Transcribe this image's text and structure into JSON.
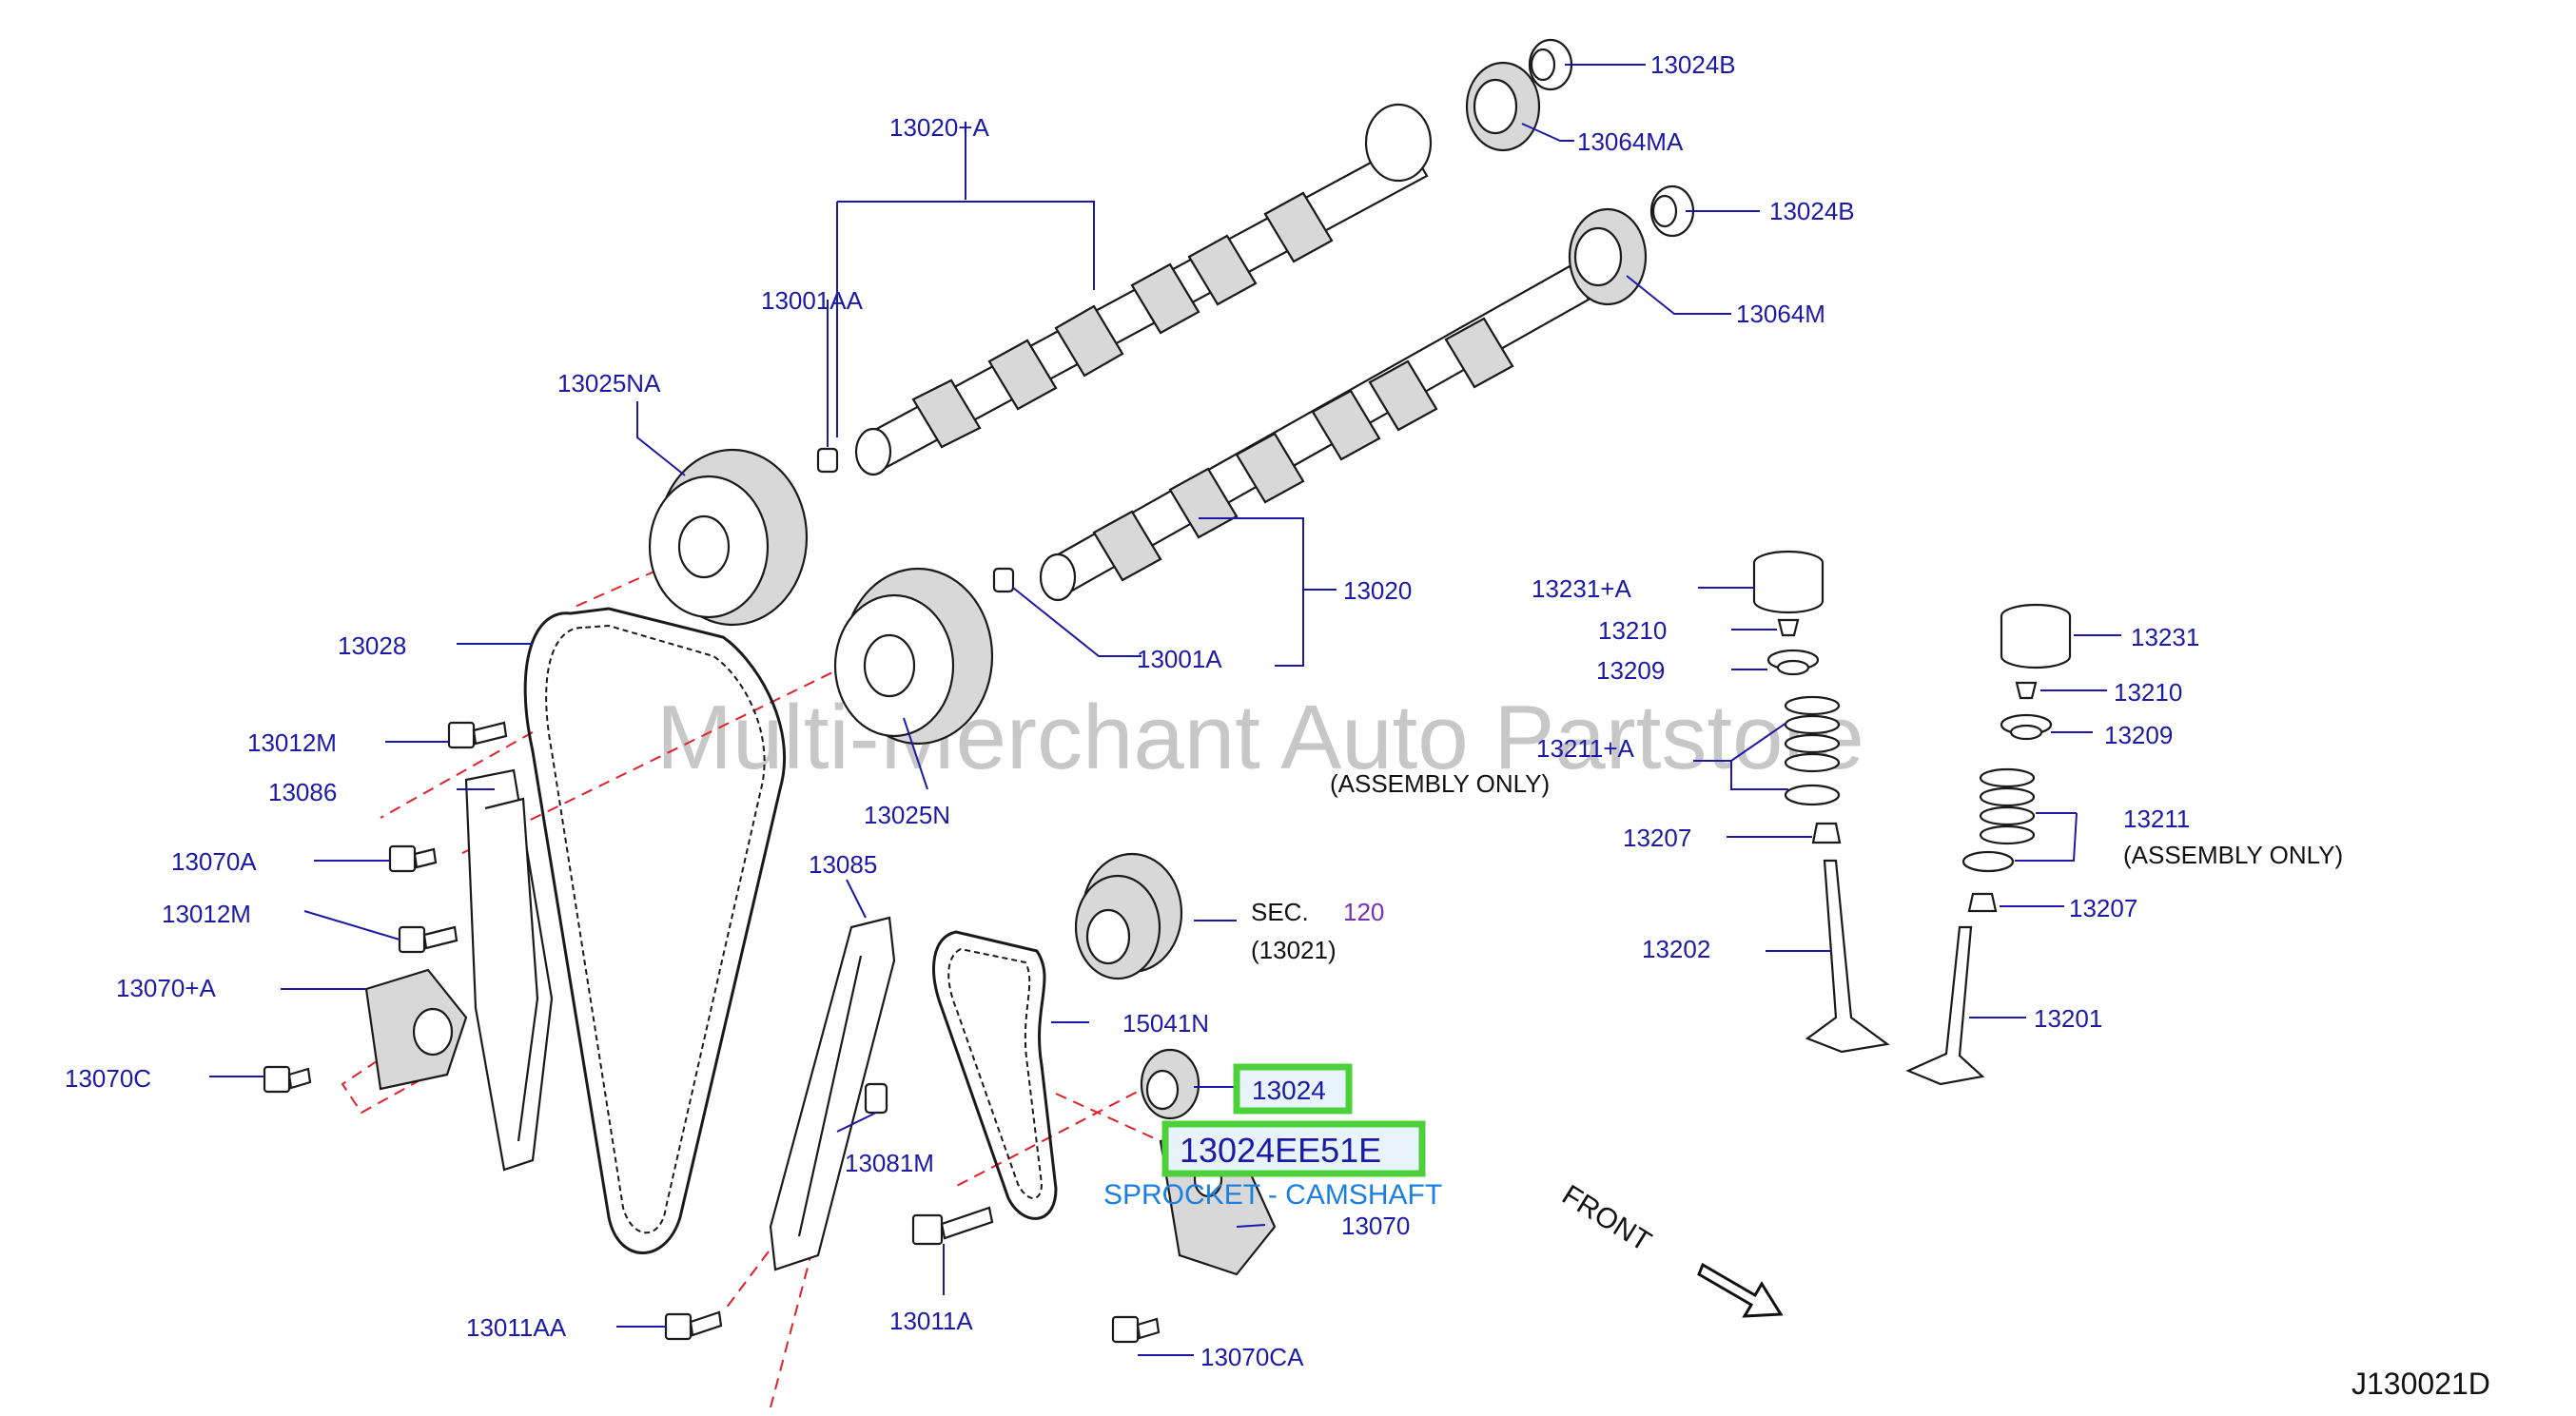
{
  "diagram": {
    "watermark": "Multi-Merchant Auto Partstore",
    "reference_code": "J130021D",
    "direction_label": "FRONT",
    "colors": {
      "label": "#1a1aa6",
      "highlight_border": "#4cd13a",
      "subtitle": "#1b7fe0",
      "guide_dash": "#e0202a",
      "sec_number": "#7a2fb0"
    },
    "labels": {
      "l13024B_top": "13024B",
      "l13064MA": "13064MA",
      "l13020A": "13020+A",
      "l13024B_mid": "13024B",
      "l13064M": "13064M",
      "l13001AA": "13001AA",
      "l13025NA": "13025NA",
      "l13020": "13020",
      "l13028": "13028",
      "l13001A": "13001A",
      "l13231A": "13231+A",
      "l13231": "13231",
      "l13210_left": "13210",
      "l13210_right": "13210",
      "l13209_left": "13209",
      "l13209_right": "13209",
      "l13012M_top": "13012M",
      "l13211A": "13211+A",
      "assembly_only_left": "(ASSEMBLY   ONLY)",
      "l13086": "13086",
      "l13025N": "13025N",
      "l13211": "13211",
      "assembly_only_right": "(ASSEMBLY   ONLY)",
      "l13207_left": "13207",
      "l13207_right": "13207",
      "l13070A": "13070A",
      "l13085": "13085",
      "l13012M_mid": "13012M",
      "sec_prefix": "SEC.",
      "sec_number": "120",
      "l13021": "(13021)",
      "l13202": "13202",
      "l13070A_plus": "13070+A",
      "l15041N": "15041N",
      "l13201": "13201",
      "l13070C": "13070C",
      "l13081M": "13081M",
      "l13070": "13070",
      "l13011AA": "13011AA",
      "l13011A": "13011A",
      "l13070CA": "13070CA"
    },
    "highlight": {
      "part_number": "13024",
      "oem_number": "13024EE51E",
      "description": "SPROCKET - CAMSHAFT"
    }
  }
}
